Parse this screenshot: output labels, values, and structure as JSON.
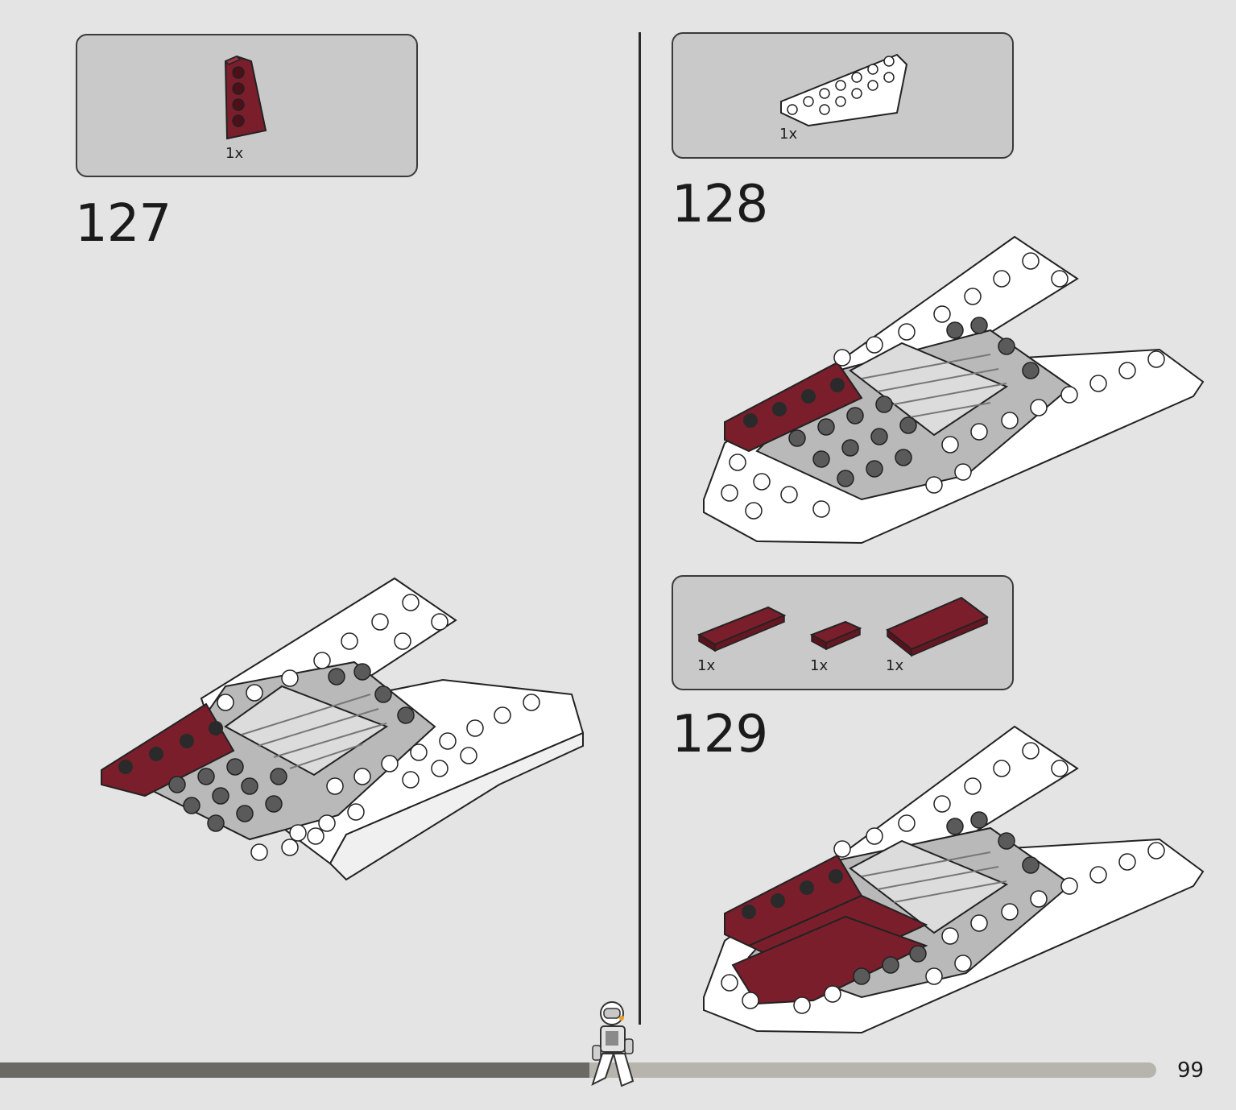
{
  "steps": [
    {
      "number": "127",
      "parts": [
        {
          "qty": "1x",
          "piece": "dark-red wedge plate"
        }
      ]
    },
    {
      "number": "128",
      "parts": [
        {
          "qty": "1x",
          "piece": "white wedge plate"
        }
      ]
    },
    {
      "number": "129",
      "parts": [
        {
          "qty": "1x",
          "piece": "dark-red tile long"
        },
        {
          "qty": "1x",
          "piece": "dark-red tile small"
        },
        {
          "qty": "1x",
          "piece": "dark-red tile wide"
        }
      ]
    }
  ],
  "page": {
    "number": "99",
    "progress": 0.51
  },
  "colors": {
    "dark_red": "#7a1e2c",
    "white": "#ffffff",
    "grey": "#a7a7a7",
    "dark_grey": "#5a5a5a"
  }
}
